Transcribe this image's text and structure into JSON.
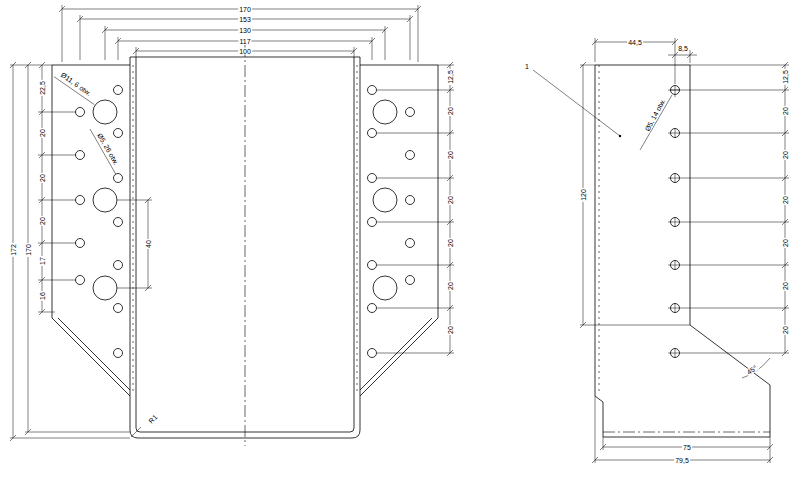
{
  "diagram": {
    "labels": [
      "170",
      "153",
      "130",
      "117",
      "100",
      "Ø11, 6 otw.",
      "Ø5, 26 otw.",
      "22,5",
      "20",
      "20",
      "20",
      "17",
      "16",
      "172",
      "170",
      "40",
      "12,5",
      "20",
      "20",
      "20",
      "20",
      "20",
      "20",
      "R1",
      "1",
      "44,5",
      "8,5",
      "Ø5, 14 otw.",
      "12,5",
      "20",
      "20",
      "20",
      "20",
      "20",
      "20",
      "120",
      "45°",
      "75",
      "79,5"
    ]
  }
}
